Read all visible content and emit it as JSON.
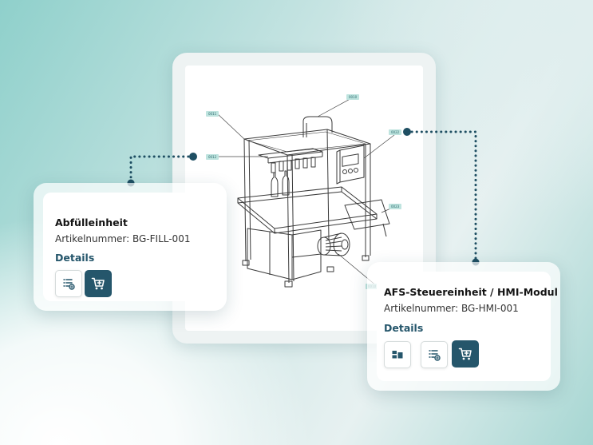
{
  "hotspots": {
    "top_left": "0011",
    "top": "0010",
    "mid_left": "0012",
    "right_top": "0022",
    "right_mid": "0023",
    "bottom_right": "0010"
  },
  "card_left": {
    "title": "Abfülleinheit",
    "article": "Artikelnummer: BG-FILL-001",
    "details": "Details",
    "icons": [
      "list-add-icon",
      "cart-add-icon"
    ]
  },
  "card_right": {
    "title": "AFS-Steuereinheit / HMI-Modul",
    "article": "Artikelnummer: BG-HMI-001",
    "details": "Details",
    "icons": [
      "compare-icon",
      "list-add-icon",
      "cart-add-icon"
    ]
  },
  "colors": {
    "accent": "#25566b",
    "connector": "#1e4e62",
    "tag_bg": "#bfe4df"
  }
}
